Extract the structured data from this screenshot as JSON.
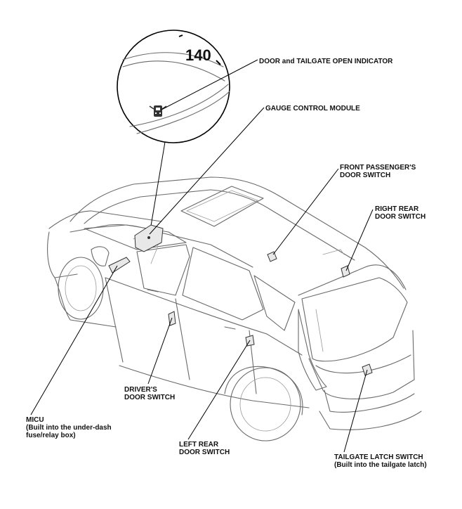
{
  "diagram": {
    "gauge_reading": "140",
    "labels": {
      "indicator": "DOOR and TAILGATE OPEN INDICATOR",
      "gauge_module": "GAUGE CONTROL MODULE",
      "front_pass_1": "FRONT PASSENGER'S",
      "front_pass_2": "DOOR SWITCH",
      "right_rear_1": "RIGHT REAR",
      "right_rear_2": "DOOR SWITCH",
      "driver_1": "DRIVER'S",
      "driver_2": "DOOR SWITCH",
      "micu_1": "MICU",
      "micu_2": "(Built into the under-dash",
      "micu_3": "fuse/relay box)",
      "left_rear_1": "LEFT REAR",
      "left_rear_2": "DOOR SWITCH",
      "tailgate_1": "TAILGATE LATCH SWITCH",
      "tailgate_2": "(Built into the tailgate latch)"
    }
  }
}
